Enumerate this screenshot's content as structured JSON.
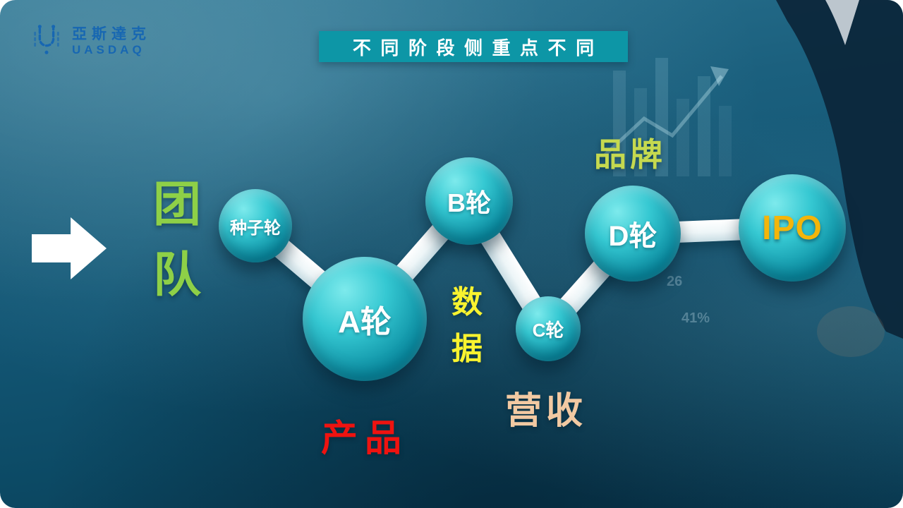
{
  "colors": {
    "logo_blue": "#1767b2",
    "banner_teal": "#0d96a6",
    "node_teal_dark": "#0a8ba0",
    "team_green": "#8ed047",
    "brand_green": "#c5d94f",
    "data_yellow": "#f8f32f",
    "product_red": "#ee1310",
    "revenue_peach": "#f2c9a2",
    "ipo_gold": "#f4b50a"
  },
  "logo": {
    "name_cn": "亞斯達克",
    "name_en": "UASDAQ"
  },
  "title_banner": {
    "text": "不同阶段侧重点不同"
  },
  "diagram": {
    "nodes": [
      {
        "id": "seed",
        "label": "种子轮"
      },
      {
        "id": "round-a",
        "label": "A轮"
      },
      {
        "id": "round-b",
        "label": "B轮"
      },
      {
        "id": "round-c",
        "label": "C轮"
      },
      {
        "id": "round-d",
        "label": "D轮"
      },
      {
        "id": "ipo",
        "label": "IPO"
      }
    ],
    "stage_focus_labels": {
      "team": [
        "团",
        "队"
      ],
      "product": "产品",
      "data": [
        "数",
        "据"
      ],
      "revenue": "营收",
      "brand": "品牌"
    }
  },
  "background_decor": {
    "faint_values": [
      "26",
      "41%"
    ]
  }
}
